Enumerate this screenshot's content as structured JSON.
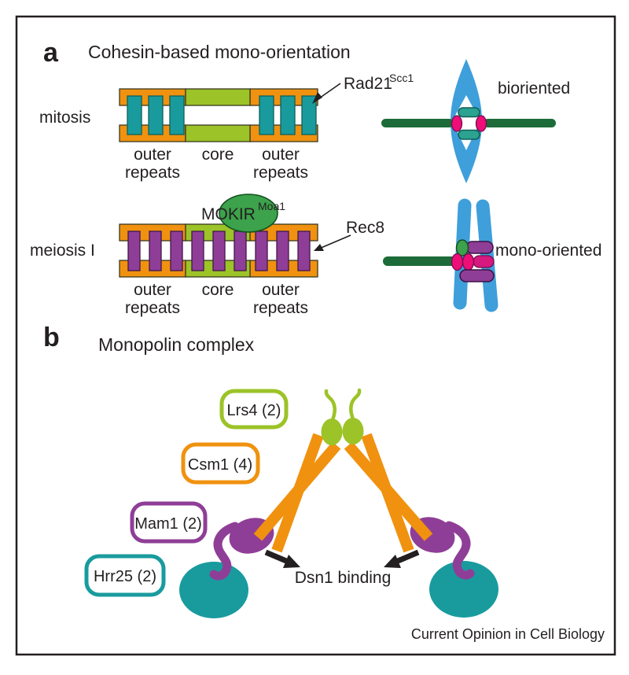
{
  "figure": {
    "credit": "Current Opinion in Cell Biology"
  },
  "panel_a": {
    "label": "a",
    "title": "Cohesin-based mono-orientation",
    "row_mitosis": "mitosis",
    "row_meiosis": "meiosis I",
    "rail_labels": {
      "outer": "outer",
      "repeats": "repeats",
      "core": "core"
    },
    "annotations": {
      "rad21_base": "Rad21",
      "rad21_sup": "Scc1",
      "rec8": "Rec8",
      "mokir_base": "MOKIR",
      "mokir_sup": "Moa1",
      "bioriented": "bioriented",
      "mono_oriented": "mono-oriented"
    }
  },
  "panel_b": {
    "label": "b",
    "title": "Monopolin complex",
    "legend": [
      {
        "label": "Lrs4 (2)",
        "color": "#9CC327"
      },
      {
        "label": "Csm1 (4)",
        "color": "#F0920F"
      },
      {
        "label": "Mam1 (2)",
        "color": "#8F3E97"
      },
      {
        "label": "Hrr25 (2)",
        "color": "#199B9E"
      }
    ],
    "annotation_dsn1": "Dsn1 binding"
  },
  "colors": {
    "orange": "#F0920F",
    "yellow_green": "#9CC327",
    "teal": "#199B9E",
    "purple": "#8F3E97",
    "dark_green_line": "#1D6B38",
    "mokir_green": "#3CA24B",
    "chromatid_blue": "#3E9FDB",
    "kinetochore_pink": "#ED0E78",
    "pink_capsule": "#D6187F",
    "cohesin_cap_teal": "#2BA390",
    "ink": "#231F20"
  }
}
